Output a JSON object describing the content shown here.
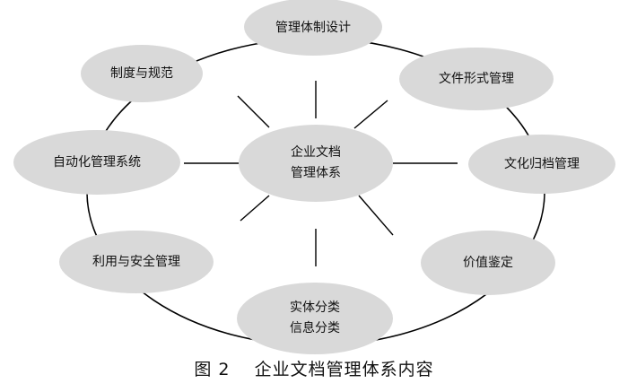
{
  "center": {
    "line1": "企业文档",
    "line2": "管理体系"
  },
  "nodes": {
    "top": "管理体制设计",
    "upper_right": "文件形式管理",
    "right": "文化归档管理",
    "lower_right": "价值鉴定",
    "bottom": {
      "line1": "实体分类",
      "line2": "信息分类"
    },
    "lower_left": "利用与安全管理",
    "left": "自动化管理系统",
    "upper_left": "制度与规范"
  },
  "caption": {
    "figure_no": "图 2",
    "title": "企业文档管理体系内容"
  },
  "colors": {
    "node_fill": "#d9d9d9",
    "line": "#000000",
    "text": "#111111"
  }
}
